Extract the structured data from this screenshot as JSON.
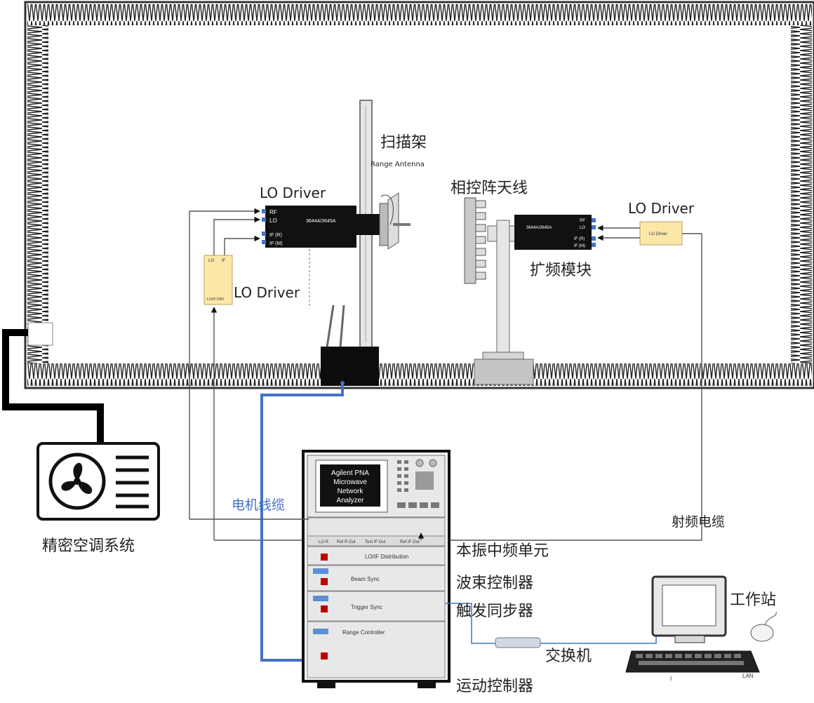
{
  "labels": {
    "scanner": "扫描架",
    "range_antenna": "Range Antenna",
    "lo_driver_top": "LO Driver",
    "lo_driver_left": "LO Driver",
    "lo_driver_right": "LO Driver",
    "phased_array": "相控阵天线",
    "freq_ext_module": "扩频模块",
    "motor_cable": "电机线缆",
    "rf_cable": "射频电缆",
    "precision_ac": "精密空调系统",
    "lo_if_unit": "本振中频单元",
    "beam_controller": "波束控制器",
    "trigger_sync": "触发同步器",
    "switch": "交换机",
    "workstation": "工作站",
    "motion_controller": "运动控制器"
  },
  "ext_module_left": {
    "model": "3644A/3645A",
    "ports": [
      "RF",
      "LO",
      "IF (R)",
      "IF (M)"
    ]
  },
  "ext_module_right": {
    "model": "3644A/3645A",
    "ports": [
      "RF",
      "LO",
      "IF (R)",
      "IF (M)"
    ]
  },
  "lo_box_left": {
    "ports": [
      "LO",
      "IF"
    ],
    "name": "LO/IF DRV"
  },
  "lo_box_right": {
    "name": "LO Driver"
  },
  "pna": {
    "lines": [
      "Agilent PNA",
      "Microwave",
      "Network",
      "Analyzer"
    ]
  },
  "rack": {
    "lo_if_panel": "LO/IF Distribution",
    "beam_panel": "Beam Sync",
    "trigger_panel": "Trigger Sync",
    "range_panel": "Range Controller",
    "ports_row": [
      "LO R",
      "Ref R Out",
      "Test IF Out",
      "Ref IF Out"
    ]
  },
  "workstation_ports": [
    "I",
    "LAN"
  ],
  "colors": {
    "blue_cable": "#4472c4",
    "device_black": "#111111",
    "lo_box_fill": "#fbe7a8",
    "line_gray": "#555555"
  }
}
